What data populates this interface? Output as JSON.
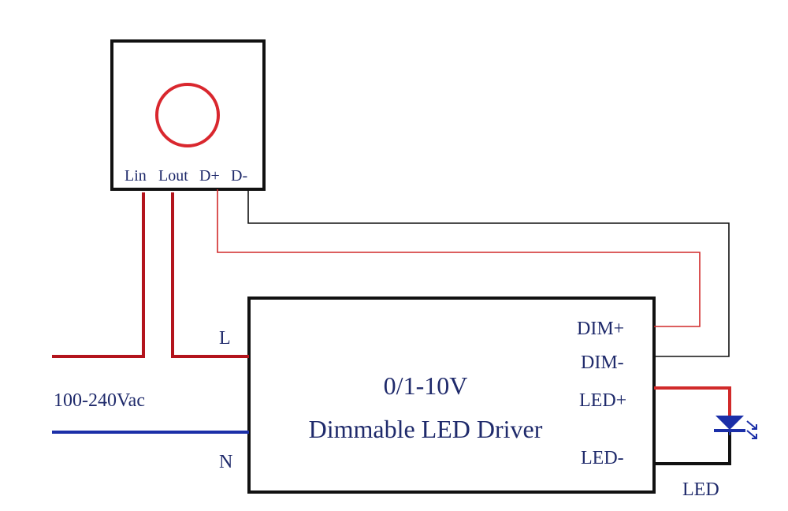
{
  "dimmer": {
    "terminals": {
      "lin": "Lin",
      "lout": "Lout",
      "dplus": "D+",
      "dminus": "D-"
    }
  },
  "driver": {
    "title_line1": "0/1-10V",
    "title_line2": "Dimmable LED Driver",
    "input_l": "L",
    "input_n": "N",
    "dim_plus": "DIM+",
    "dim_minus": "DIM-",
    "led_plus": "LED+",
    "led_minus": "LED-"
  },
  "supply_label": "100-240Vac",
  "led_label": "LED",
  "colors": {
    "live": "#b3141c",
    "neutral": "#1b2fa8",
    "signal_red": "#d12a2a",
    "signal_black": "#111111",
    "knob": "#d9272e",
    "led_symbol": "#1b2fa8",
    "text": "#1f2a6b"
  }
}
